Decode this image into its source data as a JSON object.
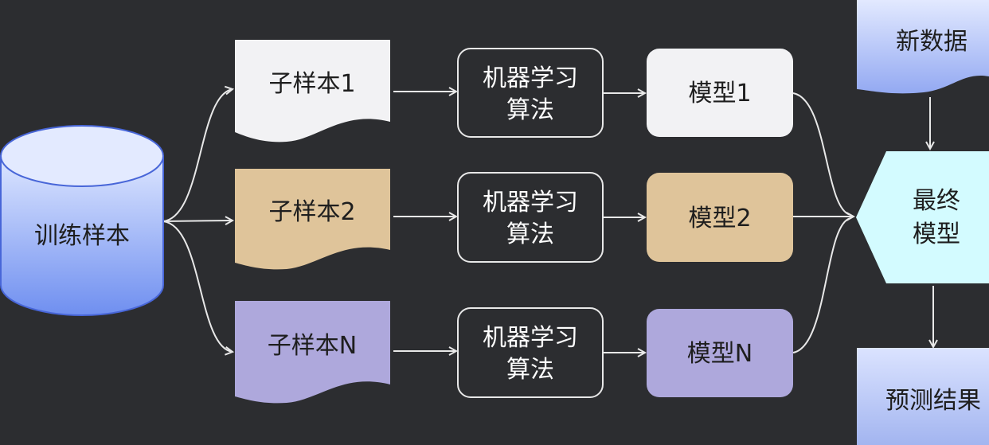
{
  "nodes": {
    "source": {
      "label": "训练样本"
    },
    "subsamples": [
      {
        "label": "子样本1",
        "color": "#f2f2f4"
      },
      {
        "label": "子样本2",
        "color": "#dfc49a"
      },
      {
        "label": "子样本N",
        "color": "#aea8dc"
      }
    ],
    "algorithms": [
      {
        "line1": "机器学习",
        "line2": "算法"
      },
      {
        "line1": "机器学习",
        "line2": "算法"
      },
      {
        "line1": "机器学习",
        "line2": "算法"
      }
    ],
    "models": [
      {
        "label": "模型1",
        "color": "#f2f2f4"
      },
      {
        "label": "模型2",
        "color": "#dfc49a"
      },
      {
        "label": "模型N",
        "color": "#aea8dc"
      }
    ],
    "final_model": {
      "line1": "最终",
      "line2": "模型"
    },
    "new_data": {
      "label": "新数据"
    },
    "result": {
      "label": "预测结果"
    }
  },
  "colors": {
    "background": "#2c2d30",
    "connector": "#e8e8e8",
    "cylinder_top": "#dde6ff",
    "cylinder_bottom": "#6f8ff0",
    "final_model_fill": "#d3fbff",
    "doc_blue_top": "#e2e9ff",
    "doc_blue_bottom": "#93a9f2"
  }
}
